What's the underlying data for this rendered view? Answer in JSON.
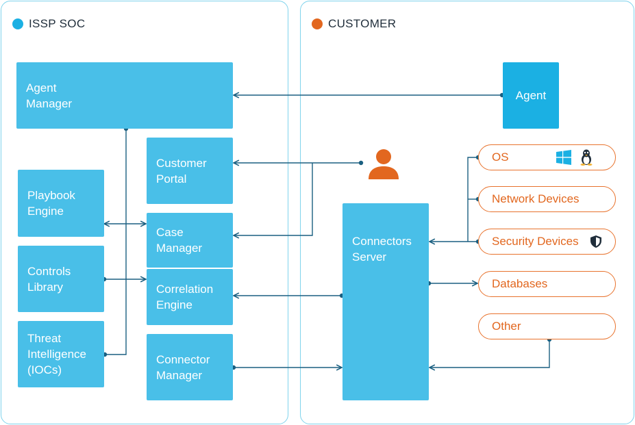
{
  "soc": {
    "title": "ISSP SOC",
    "dot_color": "#1bb0e3"
  },
  "customer": {
    "title": "CUSTOMER",
    "dot_color": "#e2671f"
  },
  "soc_boxes": {
    "agent_manager": [
      "Agent",
      "Manager"
    ],
    "customer_portal": [
      "Customer",
      "Portal"
    ],
    "playbook_engine": [
      "Playbook",
      "Engine"
    ],
    "case_manager": [
      "Case",
      "Manager"
    ],
    "controls_library": [
      "Controls",
      "Library"
    ],
    "correlation_engine": [
      "Correlation",
      "Engine"
    ],
    "threat_intelligence": [
      "Threat",
      "Intelligence",
      "(IOCs)"
    ],
    "connector_manager": [
      "Connector",
      "Manager"
    ]
  },
  "customer_boxes": {
    "agent": "Agent",
    "connectors_server": [
      "Connectors",
      "Server"
    ]
  },
  "sources": {
    "os": "OS",
    "network_devices": "Network Devices",
    "security_devices": "Security Devices",
    "databases": "Databases",
    "other": "Other"
  },
  "icons": {
    "customer_user": "user-icon",
    "os_windows": "windows-icon",
    "os_linux": "linux-icon",
    "security": "shield-icon"
  },
  "colors": {
    "box_blue": "#49bfe8",
    "agent_blue": "#1bb0e3",
    "orange": "#e2671f",
    "line": "#1a5f80",
    "panel_border": "#7fd3ec"
  }
}
